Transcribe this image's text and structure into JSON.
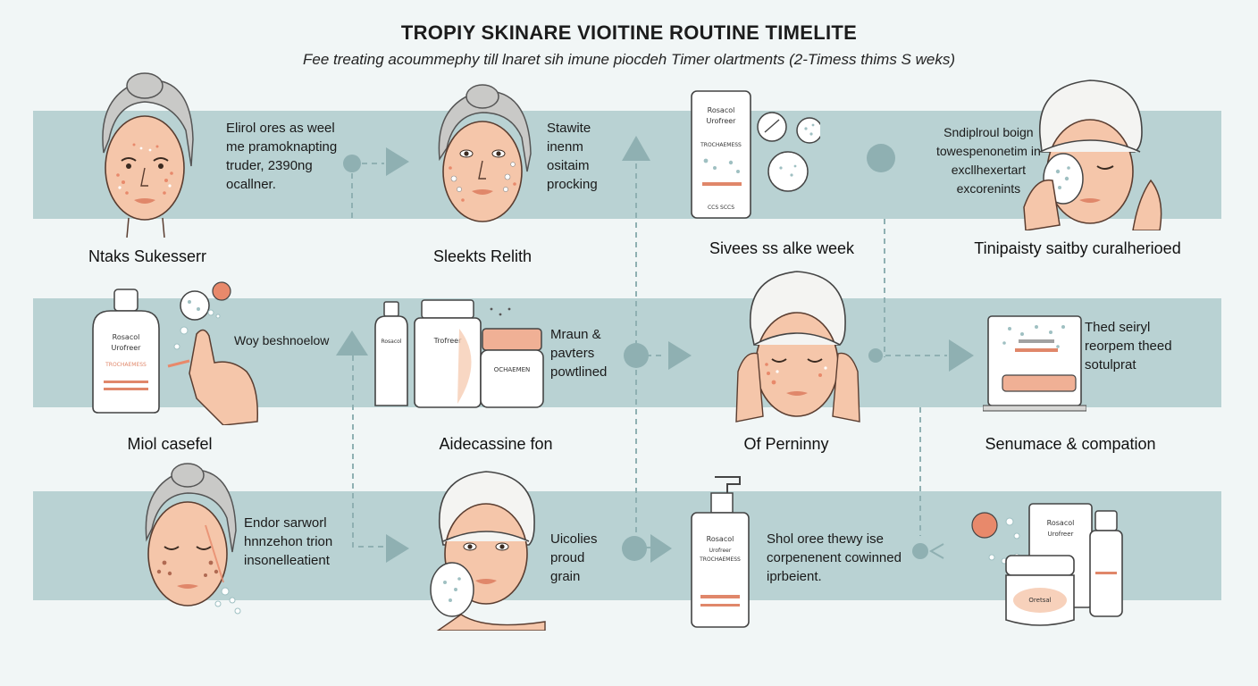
{
  "header": {
    "title": "TROPIY SKINARE VIOITINE ROUTINE TIMELITE",
    "subtitle": "Fee treating acoummephy till lnaret sih imune piocdeh  Timer olartments (2-Timess thims S weks)"
  },
  "row1": {
    "step1": {
      "caption": "Ntaks Sukesserr",
      "description": "Elirol ores as weel\nme pramoknapting\ntruder, 2390ng\nocallner."
    },
    "step2": {
      "caption": "Sleekts Relith",
      "description": "Stawite\ninenm\nositaim\nprocking"
    },
    "step3": {
      "caption": "Sivees ss alke week",
      "package": {
        "line1": "Rosacol",
        "line2": "Urofreer",
        "line3": "TROCHAEMESS",
        "footer": "CCS SCCS"
      }
    },
    "step4": {
      "caption": "Tinipaisty saitby curalherioed",
      "description": "Sndiplroul boign\ntowespenonetim in\nexcllhexertart\nexcorenints"
    }
  },
  "row2": {
    "step1": {
      "caption": "Miol casefel",
      "description": "Woy beshnoelow",
      "package": {
        "line1": "Rosacol",
        "line2": "Urofreer",
        "line3": "TROCHAEMESS"
      }
    },
    "step2": {
      "caption": "Aidecassine fon",
      "description": "Mraun &\npavters\npowtlined",
      "package": {
        "line1": "Rosacol",
        "line2": "Trofreer",
        "line3": "OCHAEMEN"
      }
    },
    "step3": {
      "caption": "Of Perninny"
    },
    "step4": {
      "caption": "Senumace & compation",
      "description": "Thed seiryl\nreorpem theed\nsotulprat"
    }
  },
  "row3": {
    "step1": {
      "description": "Endor sarworl\nhnnzehon trion\ninsonelleatient"
    },
    "step2": {
      "description": "Uicolies\nproud\ngrain"
    },
    "step3": {
      "description": "Shol oree thewy ise\ncorpenenent cowinned\niprbeient.",
      "package": {
        "line1": "Rosacol",
        "line2": "Urofreer",
        "line3": "TROCHAEMESS"
      }
    },
    "step4": {
      "package": {
        "line1": "Rosacol",
        "line2": "Urofreer",
        "line3": "Oretsal"
      }
    }
  },
  "icons": {
    "face": "face-illustration-icon",
    "bottle": "bottle-icon",
    "jar": "jar-icon",
    "pump": "pump-bottle-icon",
    "arrow": "arrow-right-icon",
    "node": "connector-node-icon"
  },
  "colors": {
    "band": "#b9d2d3",
    "skin": "#f5c6aa",
    "accent": "#e8896b",
    "connector": "#8fb0b2",
    "hair": "#c9c9c7",
    "towel": "#f4f4f2"
  }
}
